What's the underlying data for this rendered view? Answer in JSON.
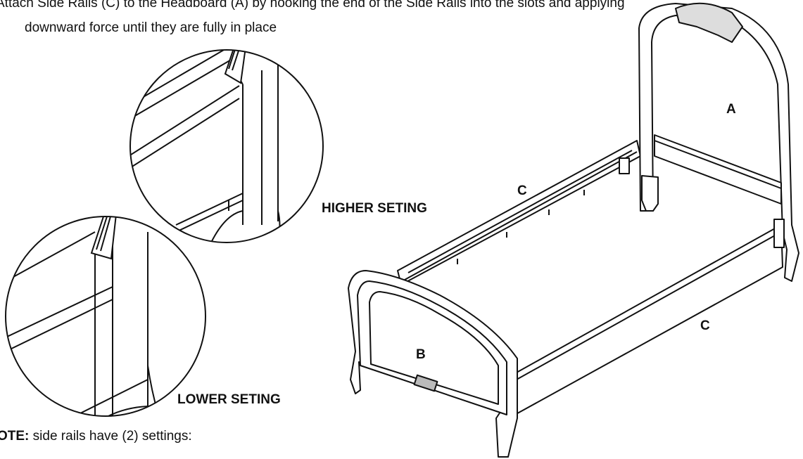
{
  "instruction": {
    "line1": "Attach Side Rails (C) to the Headboard (A) by hooking the end of the Side Rails into the slots and applying",
    "line2": "downward force until they are fully in place"
  },
  "callouts": {
    "higher": "HIGHER SETING",
    "lower": "LOWER SETING"
  },
  "part_labels": {
    "headboard": "A",
    "footboard": "B",
    "rail_back": "C",
    "rail_front": "C"
  },
  "note": {
    "label": "OTE:",
    "text": " side rails have (2) settings:"
  }
}
